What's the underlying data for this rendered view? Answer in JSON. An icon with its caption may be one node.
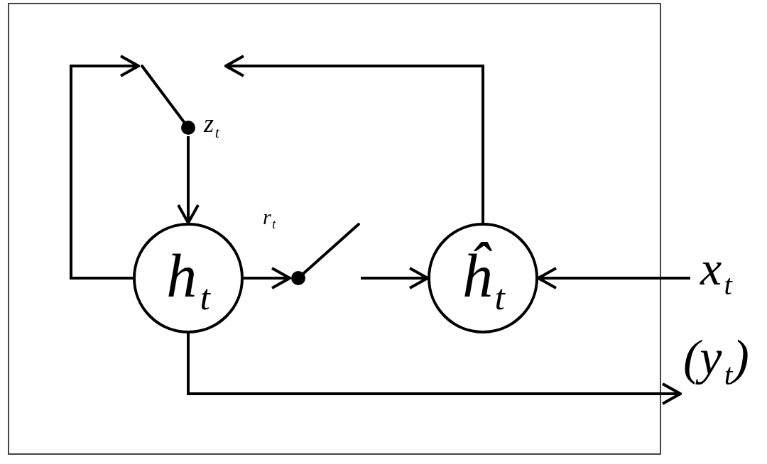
{
  "diagram": {
    "nodes": [
      {
        "text": [],
        "shape": "switch",
        "beside": [
          "z$_{t}$"
        ]
      },
      {
        "text": [
          "h$_{t}$"
        ]
      },
      {
        "text": [],
        "shape": "switch",
        "beside": [
          "r$_{t}$"
        ]
      },
      {
        "text": [
          "ĥ$_{t}$"
        ]
      },
      {
        "text": [
          "x$_{t}$"
        ]
      },
      {
        "text": [
          "(y$_{t}$)"
        ]
      }
    ],
    "edges": [
      {
        "from": 1,
        "to": 0,
        "arrow": "to"
      },
      {
        "from": 3,
        "to": 0,
        "arrow": "to"
      },
      {
        "from": 0,
        "to": 1,
        "arrow": "to"
      },
      {
        "from": 1,
        "to": 2,
        "arrow": "to"
      },
      {
        "from": 2,
        "to": 3,
        "arrow": "to"
      },
      {
        "from": 4,
        "to": 3,
        "arrow": "to"
      },
      {
        "from": 1,
        "to": 5,
        "arrow": "to"
      }
    ]
  }
}
